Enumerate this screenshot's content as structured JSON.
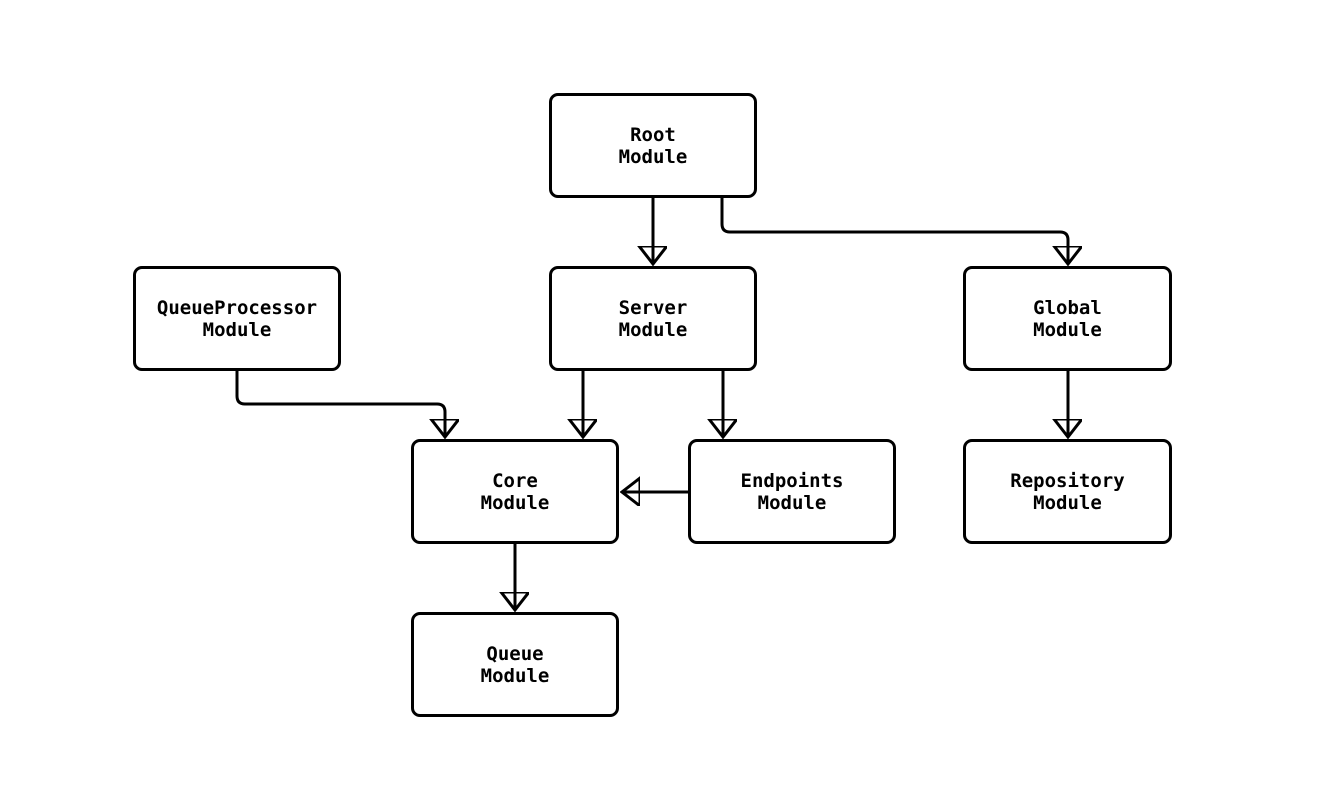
{
  "diagram": {
    "type": "flowchart",
    "background_color": "#ffffff",
    "node_fill_color": "#ffffff",
    "node_border_color": "#000000",
    "edge_color": "#000000",
    "text_color": "#000000",
    "nodes": [
      {
        "id": "root",
        "label": "Root\nModule"
      },
      {
        "id": "server",
        "label": "Server\nModule"
      },
      {
        "id": "queueProcessor",
        "label": "QueueProcessor\nModule"
      },
      {
        "id": "global",
        "label": "Global\nModule"
      },
      {
        "id": "core",
        "label": "Core\nModule"
      },
      {
        "id": "endpoints",
        "label": "Endpoints\nModule"
      },
      {
        "id": "repository",
        "label": "Repository\nModule"
      },
      {
        "id": "queue",
        "label": "Queue\nModule"
      }
    ],
    "edges": [
      {
        "from": "Root Module",
        "to": "Server Module"
      },
      {
        "from": "Root Module",
        "to": "Global Module"
      },
      {
        "from": "QueueProcessor Module",
        "to": "Core Module"
      },
      {
        "from": "Server Module",
        "to": "Core Module"
      },
      {
        "from": "Server Module",
        "to": "Endpoints Module"
      },
      {
        "from": "Endpoints Module",
        "to": "Core Module"
      },
      {
        "from": "Global Module",
        "to": "Repository Module"
      },
      {
        "from": "Core Module",
        "to": "Queue Module"
      }
    ]
  }
}
